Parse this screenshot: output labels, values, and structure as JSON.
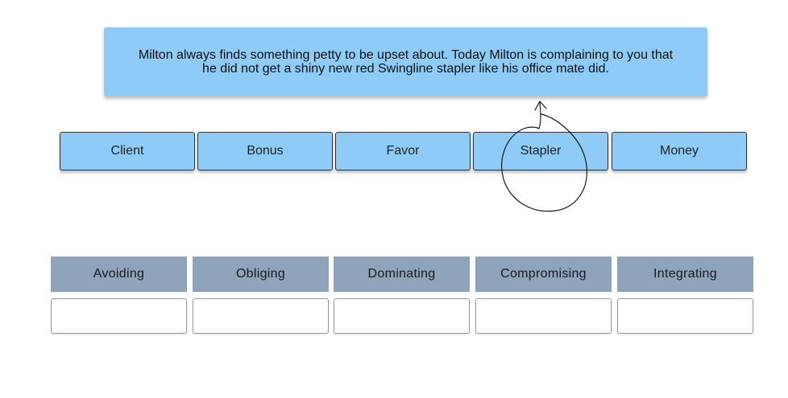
{
  "prompt": {
    "text": "Milton always finds something petty to be upset about. Today Milton is complaining to you that he did not get a shiny new red Swingline stapler like his office mate did."
  },
  "cards": [
    {
      "label": "Client"
    },
    {
      "label": "Bonus"
    },
    {
      "label": "Favor"
    },
    {
      "label": "Stapler"
    },
    {
      "label": "Money"
    }
  ],
  "categories": [
    {
      "label": "Avoiding"
    },
    {
      "label": "Obliging"
    },
    {
      "label": "Dominating"
    },
    {
      "label": "Compromising"
    },
    {
      "label": "Integrating"
    }
  ],
  "colors": {
    "prompt_bg": "#8ecbf6",
    "card_bg": "#8ecbf6",
    "header_bg": "#8fa3bb"
  }
}
